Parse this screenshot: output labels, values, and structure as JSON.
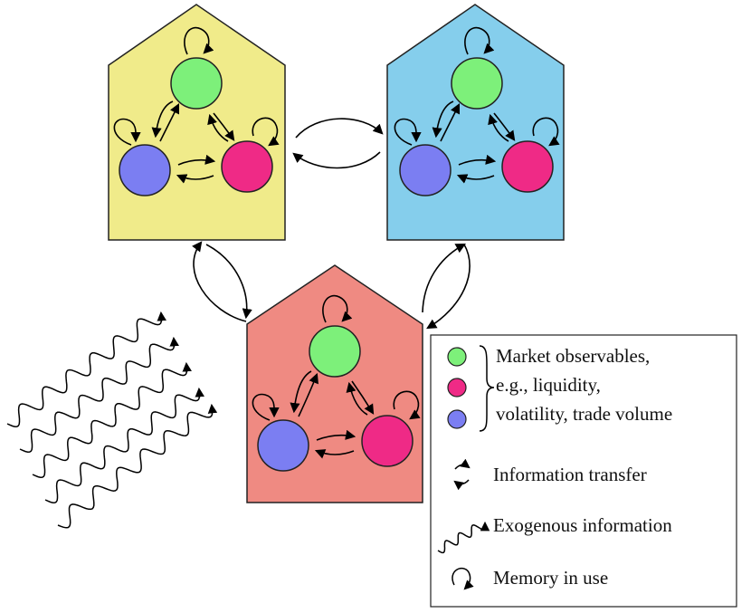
{
  "houses": [
    {
      "id": "market-a",
      "fill": "#f0eb8a"
    },
    {
      "id": "market-b",
      "fill": "#85ceec"
    },
    {
      "id": "market-c",
      "fill": "#ef8a82"
    }
  ],
  "node_colors": {
    "green": "#7df07a",
    "magenta": "#ef2a86",
    "blue": "#7b7ef2"
  },
  "legend": {
    "observables_line1": "Market observables,",
    "observables_line2": "e.g., liquidity,",
    "observables_line3": "volatility, trade volume",
    "transfer_label": "Information transfer",
    "exogenous_label": "Exogenous information",
    "memory_label": "Memory in use"
  }
}
